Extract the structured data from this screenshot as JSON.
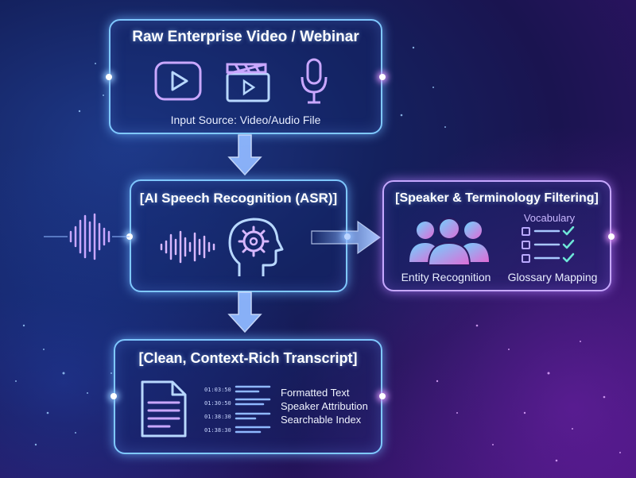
{
  "boxes": {
    "input": {
      "title": "Raw Enterprise Video / Webinar",
      "caption": "Input Source: Video/Audio File",
      "icons": [
        "play-button-icon",
        "clapperboard-icon",
        "microphone-icon"
      ]
    },
    "asr": {
      "title": "[AI Speech Recognition (ASR)]",
      "icons": [
        "waveform-icon",
        "ai-brain-gear-icon"
      ]
    },
    "filter": {
      "title": "[Speaker & Terminology Filtering]",
      "vocabulary_label": "Vocabulary",
      "entity_label": "Entity Recognition",
      "glossary_label": "Glossary Mapping",
      "icons": [
        "people-group-icon",
        "checklist-icon"
      ]
    },
    "transcript": {
      "title": "[Clean, Context-Rich Transcript]",
      "timestamps": [
        "01:03:50",
        "01:30:50",
        "01:38:30",
        "01:38:30"
      ],
      "features": [
        "Formatted Text",
        "Speaker Attribution",
        "Searchable Index"
      ],
      "icons": [
        "document-icon"
      ]
    }
  },
  "colors": {
    "blue_glow": "#7fc8ff",
    "purple_glow": "#c6a8ff",
    "arrow": "#8fb8ff"
  }
}
